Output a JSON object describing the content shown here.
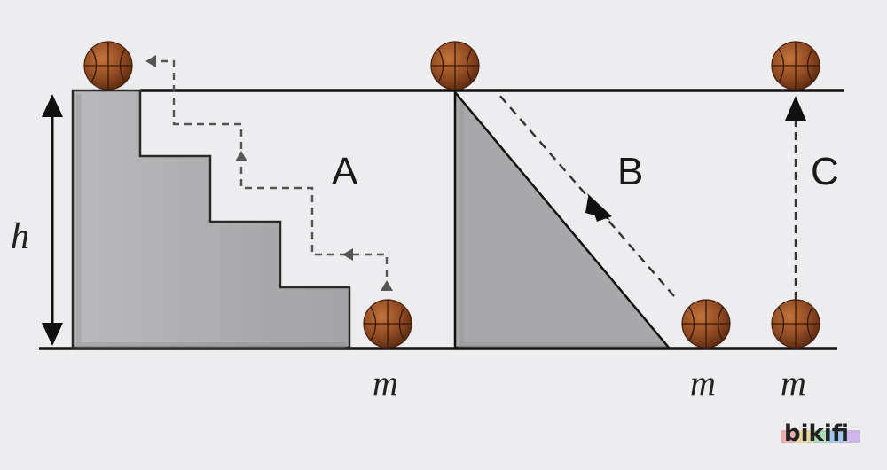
{
  "labels": {
    "height": "h",
    "path_a": "A",
    "path_b": "B",
    "path_c": "C",
    "mass_a": "m",
    "mass_b": "m",
    "mass_c": "m"
  },
  "watermark": "bikifi",
  "colors": {
    "background": "#ededf0",
    "block_fill": "#a8a8aa",
    "block_stroke": "#2a2a2a",
    "line": "#111111",
    "dashed": "#555555",
    "ball": "#8a4a22",
    "ball_seam": "#3a1a08"
  }
}
